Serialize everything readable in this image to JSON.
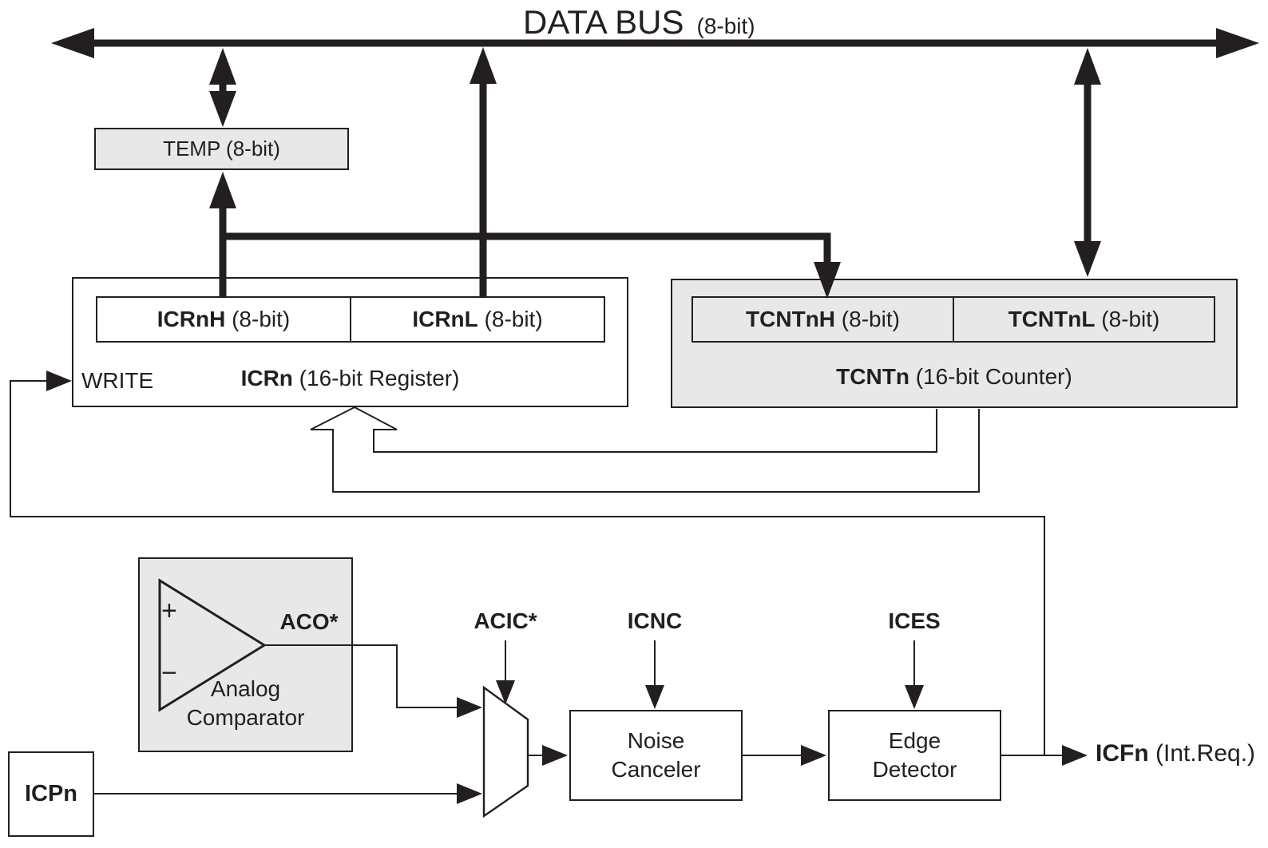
{
  "bus": {
    "title": "DATA BUS",
    "width_note": "(8-bit)"
  },
  "temp": {
    "label": "TEMP (8-bit)"
  },
  "icr": {
    "write_label": "WRITE",
    "high_name": "ICRnH",
    "high_size": " (8-bit)",
    "low_name": "ICRnL",
    "low_size": " (8-bit)",
    "caption_name": "ICRn",
    "caption_desc": " (16-bit Register)"
  },
  "tcnt": {
    "high_name": "TCNTnH",
    "high_size": " (8-bit)",
    "low_name": "TCNTnL",
    "low_size": " (8-bit)",
    "caption_name": "TCNTn",
    "caption_desc": " (16-bit Counter)"
  },
  "comparator": {
    "plus": "+",
    "minus": "−",
    "output_label": "ACO*",
    "name_line1": "Analog",
    "name_line2": "Comparator"
  },
  "mux": {
    "select_label": "ACIC*"
  },
  "noise_canceler": {
    "line1": "Noise",
    "line2": "Canceler",
    "enable_label": "ICNC"
  },
  "edge_detector": {
    "line1": "Edge",
    "line2": "Detector",
    "select_label": "ICES"
  },
  "io": {
    "input_label": "ICPn",
    "output_name": "ICFn",
    "output_desc": " (Int.Req.)"
  },
  "colors": {
    "line": "#231f20",
    "grey_fill": "#e9e8e8",
    "white_fill": "#ffffff"
  }
}
